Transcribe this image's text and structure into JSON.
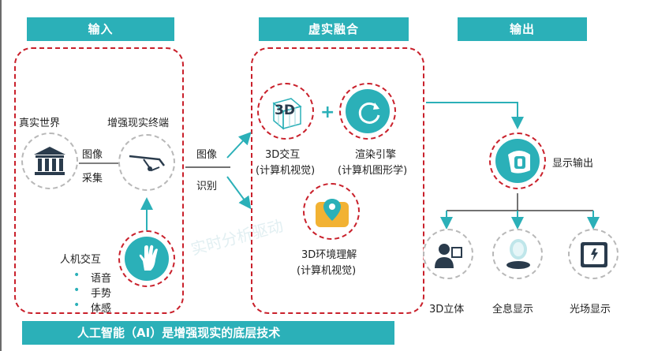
{
  "headers": {
    "input": "输入",
    "fusion": "虚实融合",
    "output": "输出"
  },
  "input_section": {
    "real_world": "真实世界",
    "ar_terminal": "增强现实终端",
    "capture_line1": "图像",
    "capture_line2": "采集",
    "hci_title": "人机交互",
    "hci_items": [
      "语音",
      "手势",
      "体感"
    ]
  },
  "middle_arrow": {
    "line1": "图像",
    "line2": "识别"
  },
  "fusion_section": {
    "interaction_3d_line1": "3D交互",
    "interaction_3d_line2": "(计算机视觉)",
    "render_line1": "渲染引擎",
    "render_line2": "(计算机图形学)",
    "env_line1": "3D环境理解",
    "env_line2": "(计算机视觉)",
    "plus": "+",
    "icon_3d_text": "3D"
  },
  "output_section": {
    "display_output": "显示输出",
    "items": [
      "3D立体",
      "全息显示",
      "光场显示"
    ]
  },
  "banner": "人工智能（AI）是增强现实的底层技术",
  "colors": {
    "teal": "#2bb0b8",
    "red_dash": "#c9202b",
    "gray_dash": "#b8b8b8"
  }
}
